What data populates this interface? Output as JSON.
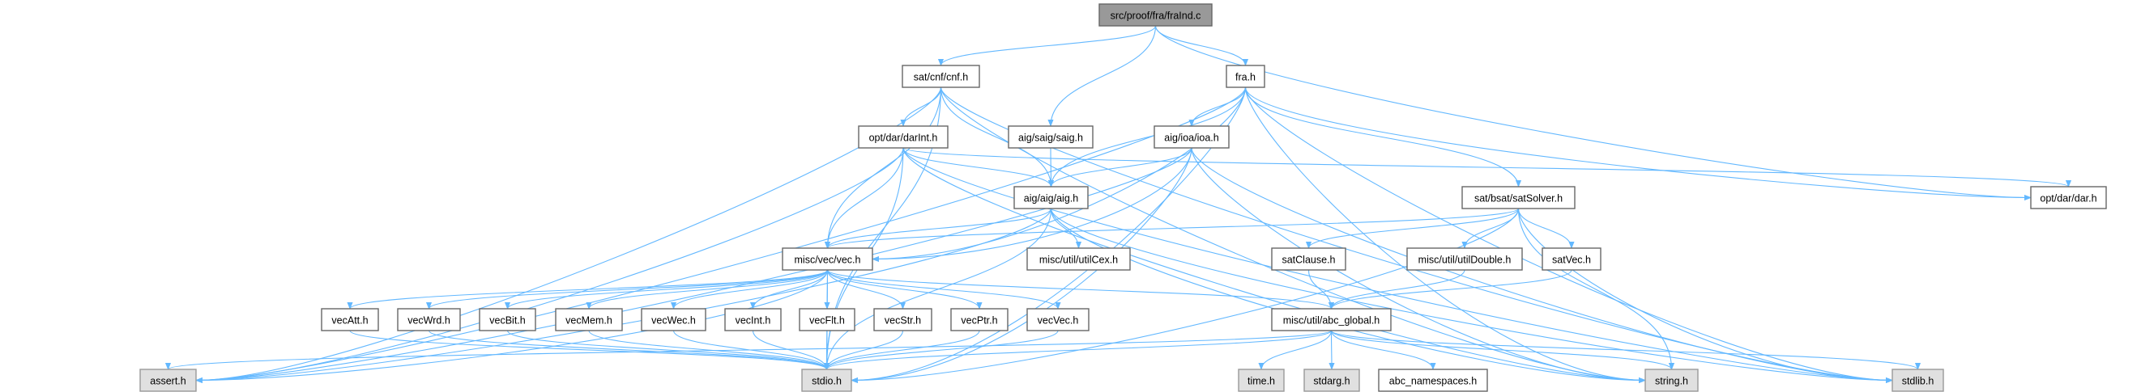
{
  "graph": {
    "title": "src/proof/fra/fraInd.c",
    "colors": {
      "edge": "#63b8ff",
      "main_fill": "#999999",
      "internal_fill": "#ffffff",
      "external_fill": "#e0e0e0"
    },
    "nodes": [
      {
        "id": "fraInd",
        "label": "src/proof/fra/fraInd.c",
        "kind": "main"
      },
      {
        "id": "cnf",
        "label": "sat/cnf/cnf.h",
        "kind": "internal"
      },
      {
        "id": "fra",
        "label": "fra.h",
        "kind": "internal"
      },
      {
        "id": "darInt",
        "label": "opt/dar/darInt.h",
        "kind": "internal"
      },
      {
        "id": "saig",
        "label": "aig/saig/saig.h",
        "kind": "internal"
      },
      {
        "id": "ioa",
        "label": "aig/ioa/ioa.h",
        "kind": "internal"
      },
      {
        "id": "aig",
        "label": "aig/aig/aig.h",
        "kind": "internal"
      },
      {
        "id": "satSolver",
        "label": "sat/bsat/satSolver.h",
        "kind": "internal"
      },
      {
        "id": "dar",
        "label": "opt/dar/dar.h",
        "kind": "internal"
      },
      {
        "id": "vec",
        "label": "misc/vec/vec.h",
        "kind": "internal"
      },
      {
        "id": "utilCex",
        "label": "misc/util/utilCex.h",
        "kind": "internal"
      },
      {
        "id": "satClause",
        "label": "satClause.h",
        "kind": "internal"
      },
      {
        "id": "utilDouble",
        "label": "misc/util/utilDouble.h",
        "kind": "internal"
      },
      {
        "id": "satVec",
        "label": "satVec.h",
        "kind": "internal"
      },
      {
        "id": "vecAtt",
        "label": "vecAtt.h",
        "kind": "internal"
      },
      {
        "id": "vecWrd",
        "label": "vecWrd.h",
        "kind": "internal"
      },
      {
        "id": "vecBit",
        "label": "vecBit.h",
        "kind": "internal"
      },
      {
        "id": "vecMem",
        "label": "vecMem.h",
        "kind": "internal"
      },
      {
        "id": "vecWec",
        "label": "vecWec.h",
        "kind": "internal"
      },
      {
        "id": "vecInt",
        "label": "vecInt.h",
        "kind": "internal"
      },
      {
        "id": "vecFlt",
        "label": "vecFlt.h",
        "kind": "internal"
      },
      {
        "id": "vecStr",
        "label": "vecStr.h",
        "kind": "internal"
      },
      {
        "id": "vecPtr",
        "label": "vecPtr.h",
        "kind": "internal"
      },
      {
        "id": "vecVec",
        "label": "vecVec.h",
        "kind": "internal"
      },
      {
        "id": "abc_global",
        "label": "misc/util/abc_global.h",
        "kind": "internal"
      },
      {
        "id": "assert",
        "label": "assert.h",
        "kind": "external"
      },
      {
        "id": "stdio",
        "label": "stdio.h",
        "kind": "external"
      },
      {
        "id": "time",
        "label": "time.h",
        "kind": "external"
      },
      {
        "id": "stdarg",
        "label": "stdarg.h",
        "kind": "external"
      },
      {
        "id": "abc_namespaces",
        "label": "abc_namespaces.h",
        "kind": "internal"
      },
      {
        "id": "string",
        "label": "string.h",
        "kind": "external"
      },
      {
        "id": "stdlib",
        "label": "stdlib.h",
        "kind": "external"
      }
    ],
    "edges": [
      [
        "fraInd",
        "cnf"
      ],
      [
        "fraInd",
        "saig"
      ],
      [
        "fraInd",
        "fra"
      ],
      [
        "fraInd",
        "dar"
      ],
      [
        "cnf",
        "darInt"
      ],
      [
        "cnf",
        "aig"
      ],
      [
        "cnf",
        "vec"
      ],
      [
        "cnf",
        "assert"
      ],
      [
        "cnf",
        "stdio"
      ],
      [
        "cnf",
        "stdlib"
      ],
      [
        "cnf",
        "string"
      ],
      [
        "fra",
        "aig"
      ],
      [
        "fra",
        "ioa"
      ],
      [
        "fra",
        "satSolver"
      ],
      [
        "fra",
        "vec"
      ],
      [
        "fra",
        "dar"
      ],
      [
        "fra",
        "assert"
      ],
      [
        "fra",
        "stdio"
      ],
      [
        "fra",
        "stdlib"
      ],
      [
        "fra",
        "string"
      ],
      [
        "darInt",
        "aig"
      ],
      [
        "darInt",
        "vec"
      ],
      [
        "darInt",
        "dar"
      ],
      [
        "darInt",
        "assert"
      ],
      [
        "darInt",
        "stdio"
      ],
      [
        "darInt",
        "stdlib"
      ],
      [
        "darInt",
        "string"
      ],
      [
        "saig",
        "aig"
      ],
      [
        "ioa",
        "aig"
      ],
      [
        "ioa",
        "vec"
      ],
      [
        "ioa",
        "assert"
      ],
      [
        "ioa",
        "stdio"
      ],
      [
        "ioa",
        "stdlib"
      ],
      [
        "ioa",
        "string"
      ],
      [
        "aig",
        "vec"
      ],
      [
        "aig",
        "utilCex"
      ],
      [
        "aig",
        "assert"
      ],
      [
        "aig",
        "stdio"
      ],
      [
        "aig",
        "stdlib"
      ],
      [
        "aig",
        "string"
      ],
      [
        "satSolver",
        "satClause"
      ],
      [
        "satSolver",
        "utilDouble"
      ],
      [
        "satSolver",
        "satVec"
      ],
      [
        "satSolver",
        "vec"
      ],
      [
        "satSolver",
        "stdio"
      ],
      [
        "satSolver",
        "stdlib"
      ],
      [
        "satSolver",
        "string"
      ],
      [
        "vec",
        "vecAtt"
      ],
      [
        "vec",
        "vecWrd"
      ],
      [
        "vec",
        "vecBit"
      ],
      [
        "vec",
        "vecMem"
      ],
      [
        "vec",
        "vecWec"
      ],
      [
        "vec",
        "vecInt"
      ],
      [
        "vec",
        "vecFlt"
      ],
      [
        "vec",
        "vecStr"
      ],
      [
        "vec",
        "vecPtr"
      ],
      [
        "vec",
        "vecVec"
      ],
      [
        "vec",
        "abc_global"
      ],
      [
        "vec",
        "assert"
      ],
      [
        "vec",
        "stdio"
      ],
      [
        "satClause",
        "abc_global"
      ],
      [
        "utilDouble",
        "abc_global"
      ],
      [
        "satVec",
        "abc_global"
      ],
      [
        "vecAtt",
        "stdio"
      ],
      [
        "vecWrd",
        "stdio"
      ],
      [
        "vecBit",
        "stdio"
      ],
      [
        "vecMem",
        "stdio"
      ],
      [
        "vecWec",
        "stdio"
      ],
      [
        "vecInt",
        "stdio"
      ],
      [
        "vecFlt",
        "stdio"
      ],
      [
        "vecStr",
        "stdio"
      ],
      [
        "vecPtr",
        "stdio"
      ],
      [
        "vecVec",
        "stdio"
      ],
      [
        "abc_global",
        "time"
      ],
      [
        "abc_global",
        "stdarg"
      ],
      [
        "abc_global",
        "abc_namespaces"
      ],
      [
        "abc_global",
        "stdio"
      ],
      [
        "abc_global",
        "stdlib"
      ],
      [
        "abc_global",
        "string"
      ],
      [
        "abc_global",
        "assert"
      ]
    ]
  }
}
